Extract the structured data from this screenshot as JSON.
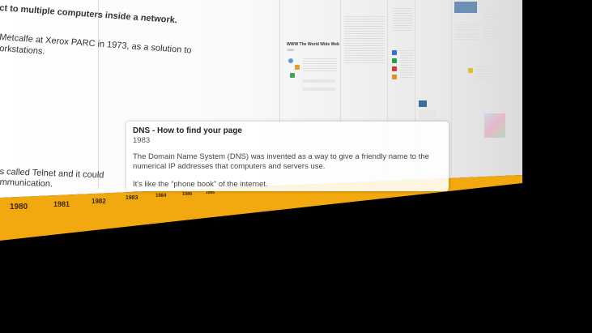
{
  "wall": {
    "left_lines": [
      "ct to multiple computers inside a network.",
      "Metcalfe at Xerox PARC in 1973, as a solution to",
      "orkstations.",
      "s called Telnet and it could",
      "mmunication."
    ],
    "www_block": {
      "title": "WWW The World Wide Web",
      "year": "1990"
    }
  },
  "timeline": {
    "years": [
      "1980",
      "1981",
      "1982",
      "1983",
      "1984",
      "1985",
      "1986"
    ]
  },
  "tooltip": {
    "title": "DNS - How to find your page",
    "year": "1983",
    "body": "The Domain Name System (DNS) was invented as a way to give a friendly name to the numerical IP addresses that computers and servers use.",
    "body2": "It's like the “phone book” of the internet."
  },
  "colors": {
    "band": "#f2a80f",
    "background": "#000000"
  }
}
